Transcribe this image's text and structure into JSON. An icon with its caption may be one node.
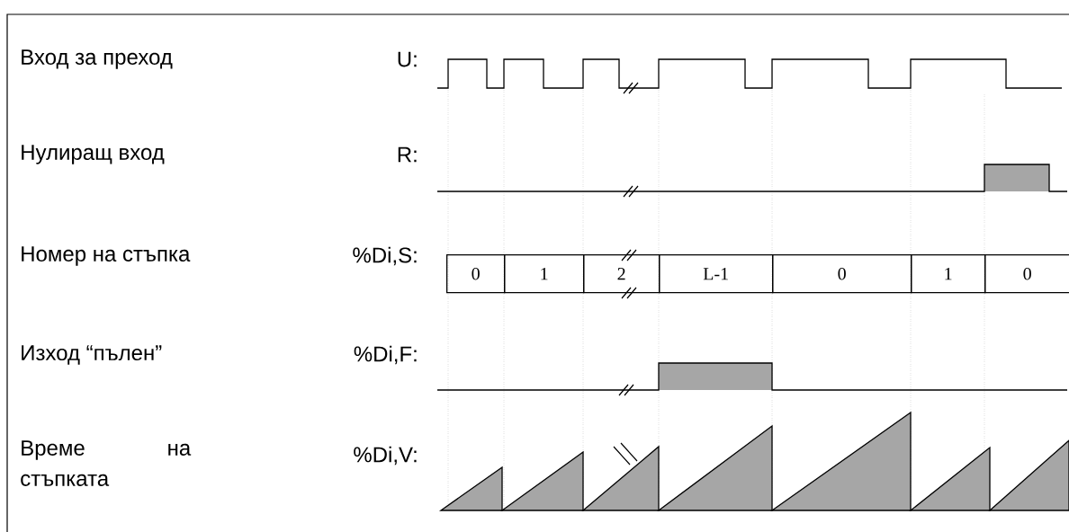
{
  "diagram": {
    "nodes": [
      {
        "text": [
          "0"
        ]
      },
      {
        "text": [
          "1"
        ]
      },
      {
        "text": [
          "2"
        ]
      },
      {
        "text": [
          "L-1"
        ]
      },
      {
        "text": [
          "0"
        ]
      },
      {
        "text": [
          "1"
        ]
      },
      {
        "text": [
          "0"
        ]
      }
    ],
    "labels": [
      "Вход за преход",
      "U:",
      "Нулиращ вход",
      "R:",
      "Номер на стъпка",
      "%Di,S:",
      "Изход “пълен”",
      "%Di,F:",
      "Време на стъпката",
      "%Di,V:"
    ]
  }
}
